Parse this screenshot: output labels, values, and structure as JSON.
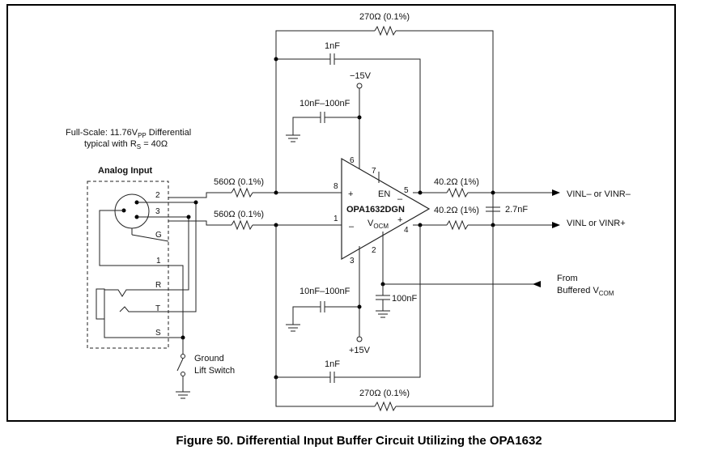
{
  "labels": {
    "r_fb_top": "270Ω (0.1%)",
    "c_fb_top": "1nF",
    "vneg": "−15V",
    "c_dec_top": "10nF–100nF",
    "fullscale_a": "Full-Scale: 11.76V",
    "fullscale_sub": "PP",
    "fullscale_b": " Differential",
    "typical_a": "typical with R",
    "typical_sub": "S",
    "typical_b": " = 40Ω",
    "analog_input": "Analog Input",
    "r_in_top": "560Ω (0.1%)",
    "r_in_bot": "560Ω (0.1%)",
    "r_out_top": "40.2Ω (1%)",
    "r_out_bot": "40.2Ω (1%)",
    "c_out": "2.7nF",
    "out_top": "VINL– or VINR–",
    "out_bot": "VINL  or VINR+",
    "opamp": "OPA1632DGN",
    "en": "EN",
    "vocm_a": "V",
    "vocm_sub": "OCM",
    "plus": "+",
    "minus": "–",
    "out_minus": "–",
    "out_plus": "+",
    "from": "From",
    "buffered_a": "Buffered V",
    "buffered_sub": "COM",
    "c_vcom": "100nF",
    "c_dec_bot": "10nF–100nF",
    "vpos": "+15V",
    "c_fb_bot": "1nF",
    "r_fb_bot": "270Ω (0.1%)",
    "ground_lift_1": "Ground",
    "ground_lift_2": "Lift Switch",
    "jack_2": "2",
    "jack_3": "3",
    "jack_G": "G",
    "jack_1": "1",
    "jack_R": "R",
    "jack_T": "T",
    "jack_S": "S",
    "pin_8": "8",
    "pin_1": "1",
    "pin_6": "6",
    "pin_7": "7",
    "pin_5": "5",
    "pin_4": "4",
    "pin_2": "2",
    "pin_3": "3"
  },
  "caption": "Figure 50. Differential Input Buffer Circuit Utilizing the OPA1632"
}
